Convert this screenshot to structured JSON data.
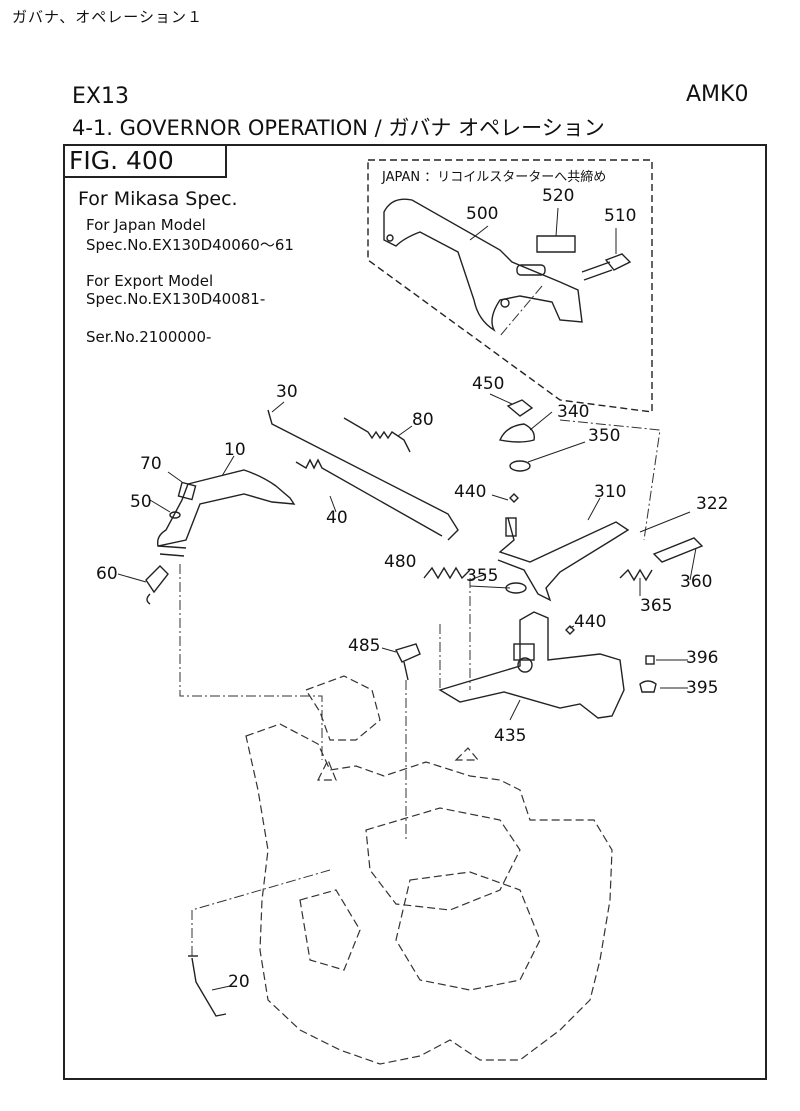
{
  "header": {
    "top_note": "ガバナ、オペレーション１",
    "model": "EX13",
    "code": "AMK0",
    "section_title": "4-1.  GOVERNOR OPERATION / ガバナ オペレーション"
  },
  "figure": {
    "label": "FIG.  400",
    "spec_title": "For Mikasa Spec.",
    "japan_model": "For Japan Model",
    "japan_spec": "Spec.No.EX130D40060～61",
    "export_model": "For Export Model",
    "export_spec": "Spec.No.EX130D40081-",
    "serial": "Ser.No.2100000-",
    "japan_note": "JAPAN ：リコイルスターターへ共締め"
  },
  "parts": {
    "p10": "10",
    "p20": "20",
    "p30": "30",
    "p40": "40",
    "p50": "50",
    "p60": "60",
    "p70": "70",
    "p80": "80",
    "p310": "310",
    "p322": "322",
    "p340": "340",
    "p350": "350",
    "p355": "355",
    "p360": "360",
    "p365": "365",
    "p395": "395",
    "p396": "396",
    "p435": "435",
    "p440a": "440",
    "p440b": "440",
    "p450": "450",
    "p480": "480",
    "p485": "485",
    "p500": "500",
    "p510": "510",
    "p520": "520"
  }
}
